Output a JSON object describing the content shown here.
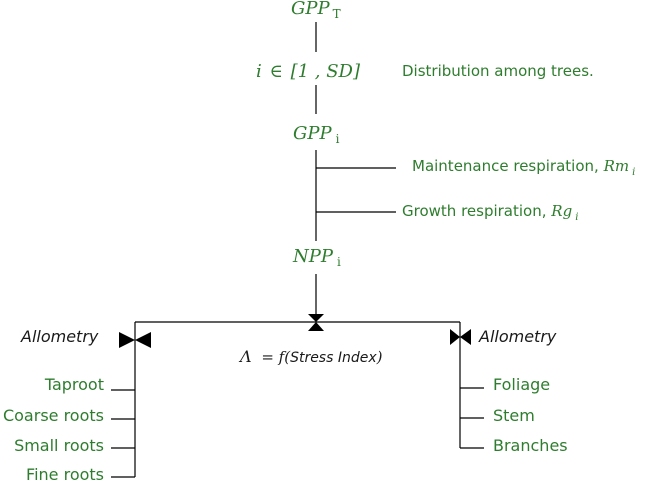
{
  "colors": {
    "green": "#2e7d2e",
    "ink": "#1a1a1a",
    "line": "#000000"
  },
  "nodes": {
    "gpp_total": {
      "main": "GPP",
      "sub": "T"
    },
    "tree_index": {
      "var": "i",
      "op": "∈",
      "range": "[1 , SD]"
    },
    "distribution": "Distribution among  trees.",
    "gpp_i": {
      "main": "GPP",
      "sub": "i"
    },
    "maintenance": {
      "text": "Maintenance respiration,",
      "var": "Rm",
      "sub": "i"
    },
    "growth": {
      "text": "Growth respiration,",
      "var": "Rg",
      "sub": "i"
    },
    "npp_i": {
      "main": "NPP",
      "sub": "i"
    }
  },
  "allocation": {
    "lambda_var": "Λ",
    "lambda_eq": "= f(",
    "lambda_arg": "Stress Index",
    "lambda_close": ")",
    "left_label": "Allometry",
    "right_label": "Allometry",
    "left_items": [
      "Taproot",
      "Coarse roots",
      "Small roots",
      "Fine roots"
    ],
    "right_items": [
      "Foliage",
      "Stem",
      "Branches"
    ]
  }
}
